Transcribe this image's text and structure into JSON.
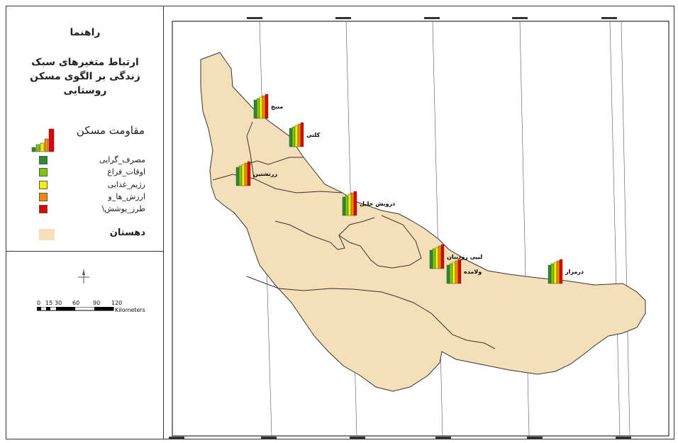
{
  "legend": {
    "title": "راهنما",
    "subtitle": "ارتباط متغیرهای سبک زندگی بر الگوی مسکن روستایی",
    "heading": "مقاومت مسکن",
    "items": [
      {
        "label": "مصرف_گرایی",
        "color": "#2e8b2e"
      },
      {
        "label": "اوقات_فراغ",
        "color": "#7ac70c"
      },
      {
        "label": "رژیم_غذایی",
        "color": "#f0f000"
      },
      {
        "label": "ارزش_ها_و",
        "color": "#f08a00"
      },
      {
        "label": "طرز_پوشش\\",
        "color": "#e00000"
      }
    ],
    "dehestan_label": "دهستان",
    "dehestan_color": "#f5dfb8"
  },
  "scalebar": {
    "ticks": [
      "0",
      "15",
      "30",
      "60",
      "90",
      "120"
    ],
    "unit": "Kilometers"
  },
  "map": {
    "villages": [
      {
        "id": "v1",
        "label": "منبج"
      },
      {
        "id": "v2",
        "label": "کلتی"
      },
      {
        "id": "v3",
        "label": "زرتشتین"
      },
      {
        "id": "v4",
        "label": "درویش خلیل"
      },
      {
        "id": "v5",
        "label": "لیپی رودیبان"
      },
      {
        "id": "v6",
        "label": "ولامده"
      },
      {
        "id": "v7",
        "label": "درمزار"
      }
    ]
  }
}
